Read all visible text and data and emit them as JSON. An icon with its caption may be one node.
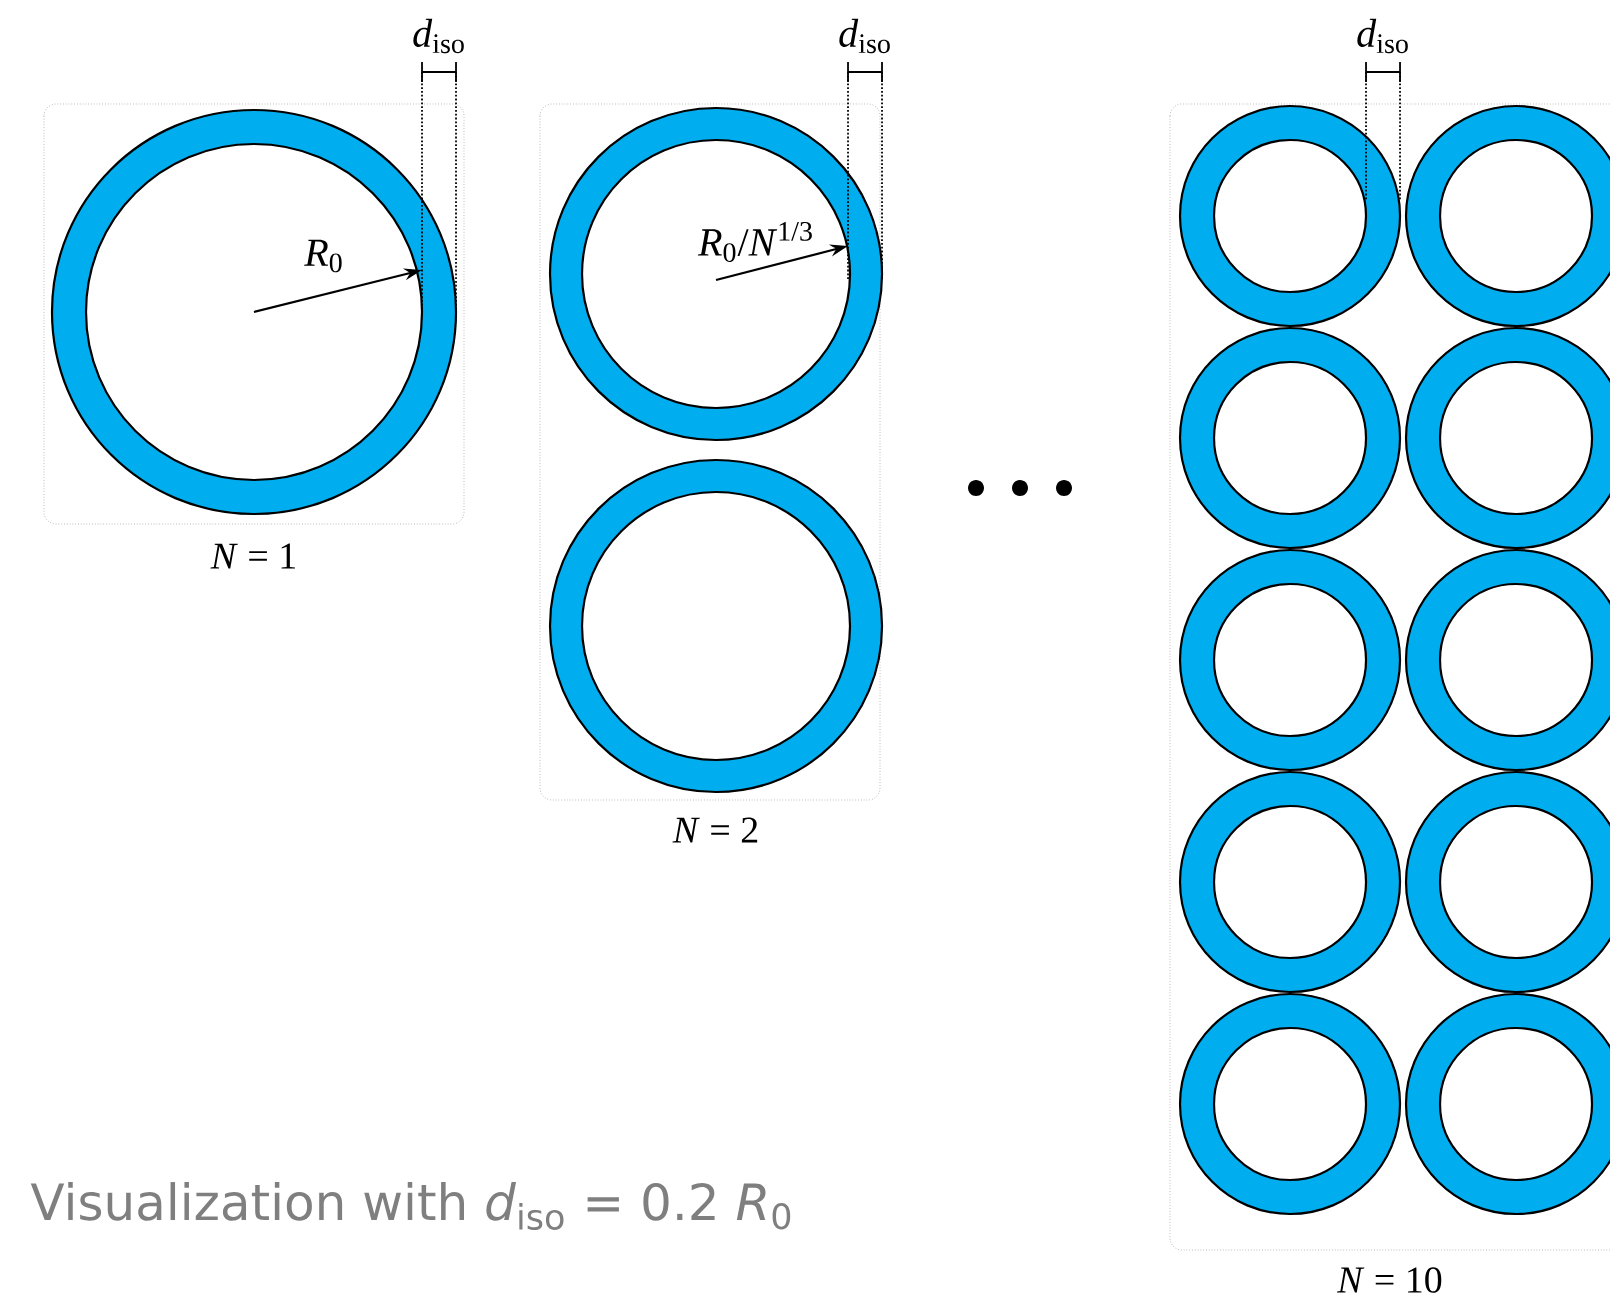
{
  "diagram": {
    "caption": "Visualization with *d*$_{iso}$ = 0.2 *R*$_{0}$",
    "labels": [
      "*d*$_{iso}$",
      "*d*$_{iso}$",
      "*d*$_{iso}$",
      "*R*$_{0}$",
      "*R*$_{0}$/*N*$^{1/3}$",
      "*N* = 1",
      "*N* = 2",
      "*N* = 10"
    ]
  }
}
